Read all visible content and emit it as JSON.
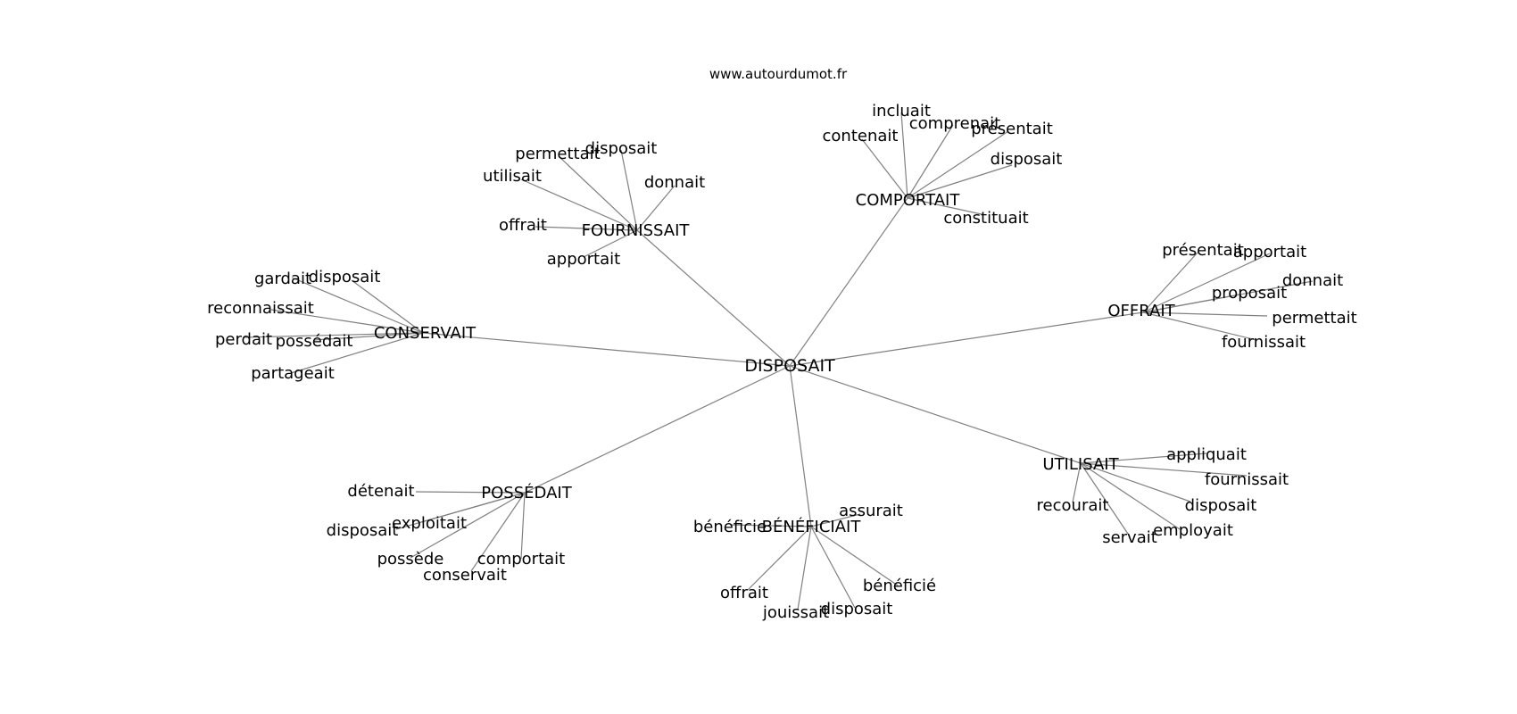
{
  "site": "www.autourdumot.fr",
  "colors": {
    "edge": "#808080",
    "text": "#000000",
    "background": "#ffffff"
  },
  "center": {
    "id": "disposait",
    "label": "DISPOSAIT"
  },
  "hubs": [
    {
      "id": "fournissait",
      "label": "FOURNISSAIT",
      "leaves": [
        {
          "id": "f1",
          "label": "disposait"
        },
        {
          "id": "f2",
          "label": "permettait"
        },
        {
          "id": "f3",
          "label": "donnait"
        },
        {
          "id": "f4",
          "label": "utilisait"
        },
        {
          "id": "f5",
          "label": "offrait"
        },
        {
          "id": "f6",
          "label": "apportait"
        }
      ]
    },
    {
      "id": "comportait",
      "label": "COMPORTAIT",
      "leaves": [
        {
          "id": "c1",
          "label": "incluait"
        },
        {
          "id": "c2",
          "label": "comprenait"
        },
        {
          "id": "c3",
          "label": "contenait"
        },
        {
          "id": "c4",
          "label": "présentait"
        },
        {
          "id": "c5",
          "label": "disposait"
        },
        {
          "id": "c6",
          "label": "constituait"
        }
      ]
    },
    {
      "id": "conservait",
      "label": "CONSERVAIT",
      "leaves": [
        {
          "id": "k1",
          "label": "gardait"
        },
        {
          "id": "k2",
          "label": "disposait"
        },
        {
          "id": "k3",
          "label": "reconnaissait"
        },
        {
          "id": "k4",
          "label": "perdait"
        },
        {
          "id": "k5",
          "label": "possédait"
        },
        {
          "id": "k6",
          "label": "partageait"
        }
      ]
    },
    {
      "id": "offrait",
      "label": "OFFRAIT",
      "leaves": [
        {
          "id": "o1",
          "label": "présentait"
        },
        {
          "id": "o2",
          "label": "apportait"
        },
        {
          "id": "o3",
          "label": "donnait"
        },
        {
          "id": "o4",
          "label": "proposait"
        },
        {
          "id": "o5",
          "label": "permettait"
        },
        {
          "id": "o6",
          "label": "fournissait"
        }
      ]
    },
    {
      "id": "utilisait",
      "label": "UTILISAIT",
      "leaves": [
        {
          "id": "u1",
          "label": "appliquait"
        },
        {
          "id": "u2",
          "label": "fournissait"
        },
        {
          "id": "u3",
          "label": "recourait"
        },
        {
          "id": "u4",
          "label": "disposait"
        },
        {
          "id": "u5",
          "label": "servait"
        },
        {
          "id": "u6",
          "label": "employait"
        }
      ]
    },
    {
      "id": "possedait",
      "label": "POSSÉDAIT",
      "leaves": [
        {
          "id": "p1",
          "label": "détenait"
        },
        {
          "id": "p2",
          "label": "exploitait"
        },
        {
          "id": "p3",
          "label": "disposait"
        },
        {
          "id": "p4",
          "label": "possède"
        },
        {
          "id": "p5",
          "label": "comportait"
        },
        {
          "id": "p6",
          "label": "conservait"
        }
      ]
    },
    {
      "id": "beneficiait",
      "label": "BÉNÉFICIAIT",
      "leaves": [
        {
          "id": "b1",
          "label": "bénéficie"
        },
        {
          "id": "b2",
          "label": "assurait"
        },
        {
          "id": "b3",
          "label": "offrait"
        },
        {
          "id": "b4",
          "label": "bénéficié"
        },
        {
          "id": "b5",
          "label": "jouissait"
        },
        {
          "id": "b6",
          "label": "disposait"
        }
      ]
    }
  ]
}
